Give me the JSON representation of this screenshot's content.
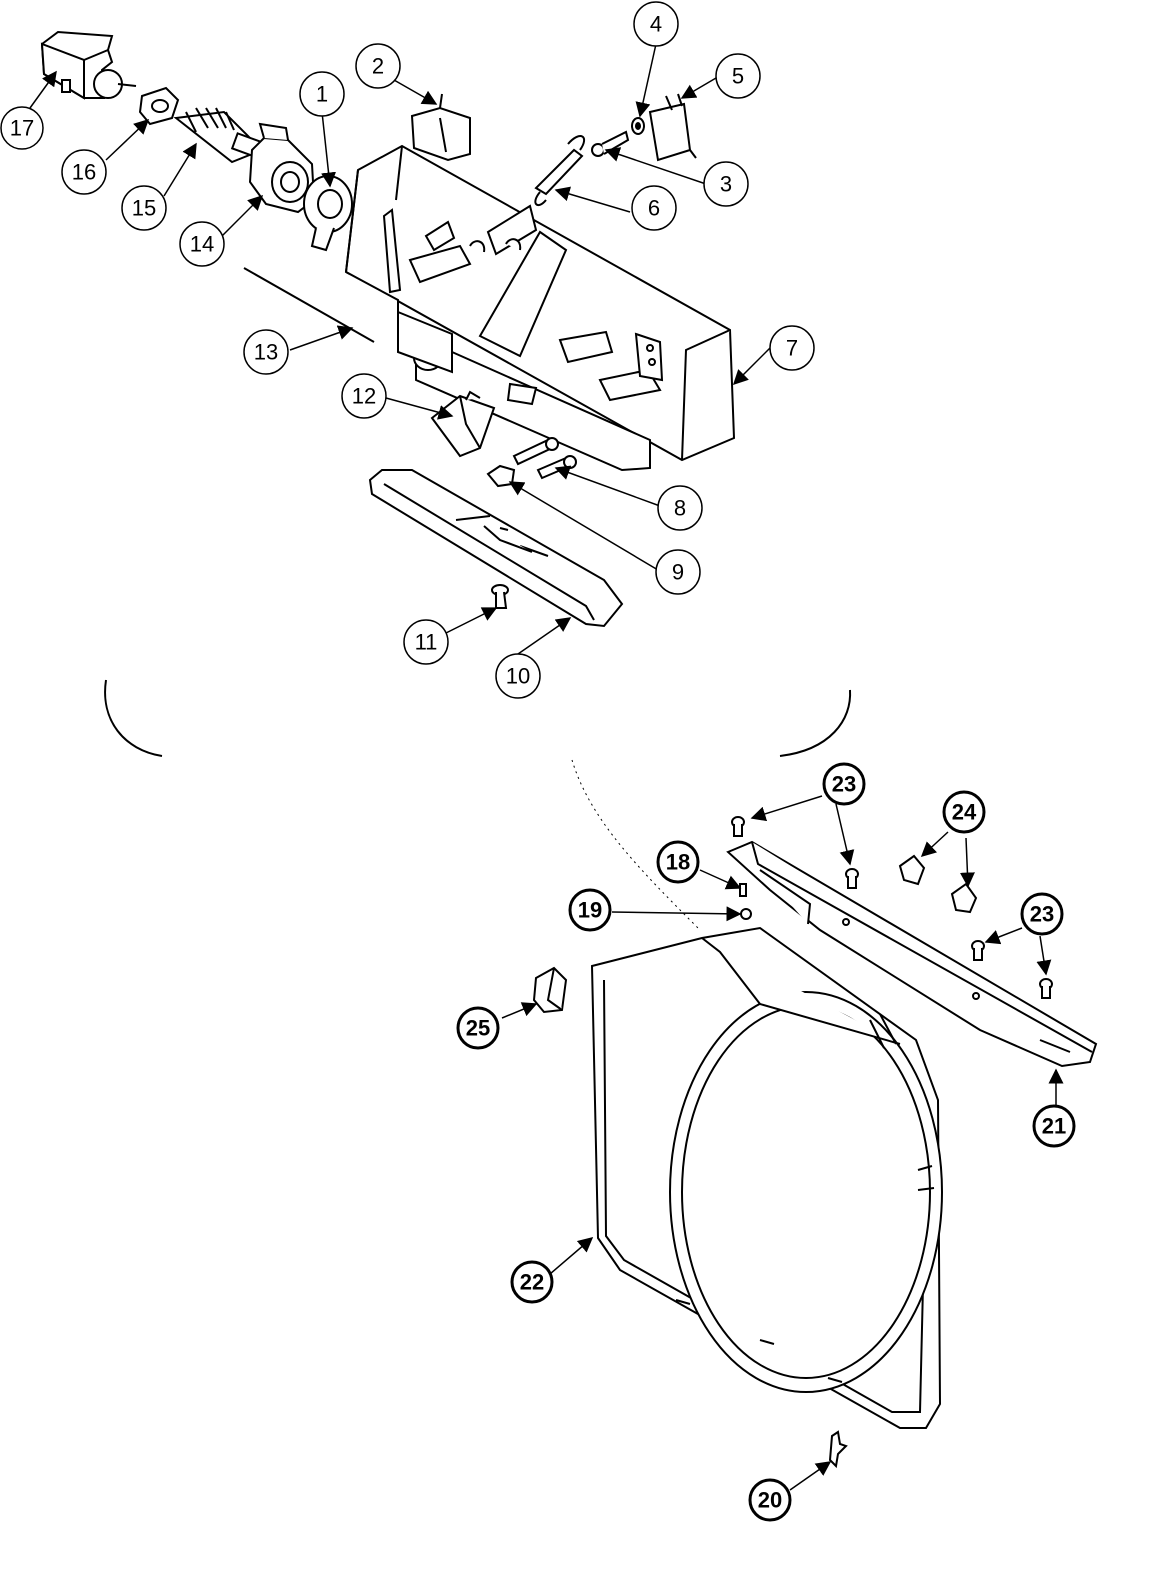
{
  "diagram": {
    "callouts_thin": [
      {
        "id": "1",
        "label": "1"
      },
      {
        "id": "2",
        "label": "2"
      },
      {
        "id": "3",
        "label": "3"
      },
      {
        "id": "4",
        "label": "4"
      },
      {
        "id": "5",
        "label": "5"
      },
      {
        "id": "6",
        "label": "6"
      },
      {
        "id": "7",
        "label": "7"
      },
      {
        "id": "8",
        "label": "8"
      },
      {
        "id": "9",
        "label": "9"
      },
      {
        "id": "10",
        "label": "10"
      },
      {
        "id": "11",
        "label": "11"
      },
      {
        "id": "12",
        "label": "12"
      },
      {
        "id": "13",
        "label": "13"
      },
      {
        "id": "14",
        "label": "14"
      },
      {
        "id": "15",
        "label": "15"
      },
      {
        "id": "16",
        "label": "16"
      },
      {
        "id": "17",
        "label": "17"
      }
    ],
    "callouts_bold": [
      {
        "id": "18",
        "label": "18"
      },
      {
        "id": "19",
        "label": "19"
      },
      {
        "id": "20",
        "label": "20"
      },
      {
        "id": "21",
        "label": "21"
      },
      {
        "id": "22",
        "label": "22"
      },
      {
        "id": "23a",
        "label": "23"
      },
      {
        "id": "23b",
        "label": "23"
      },
      {
        "id": "24",
        "label": "24"
      },
      {
        "id": "25",
        "label": "25"
      }
    ]
  }
}
